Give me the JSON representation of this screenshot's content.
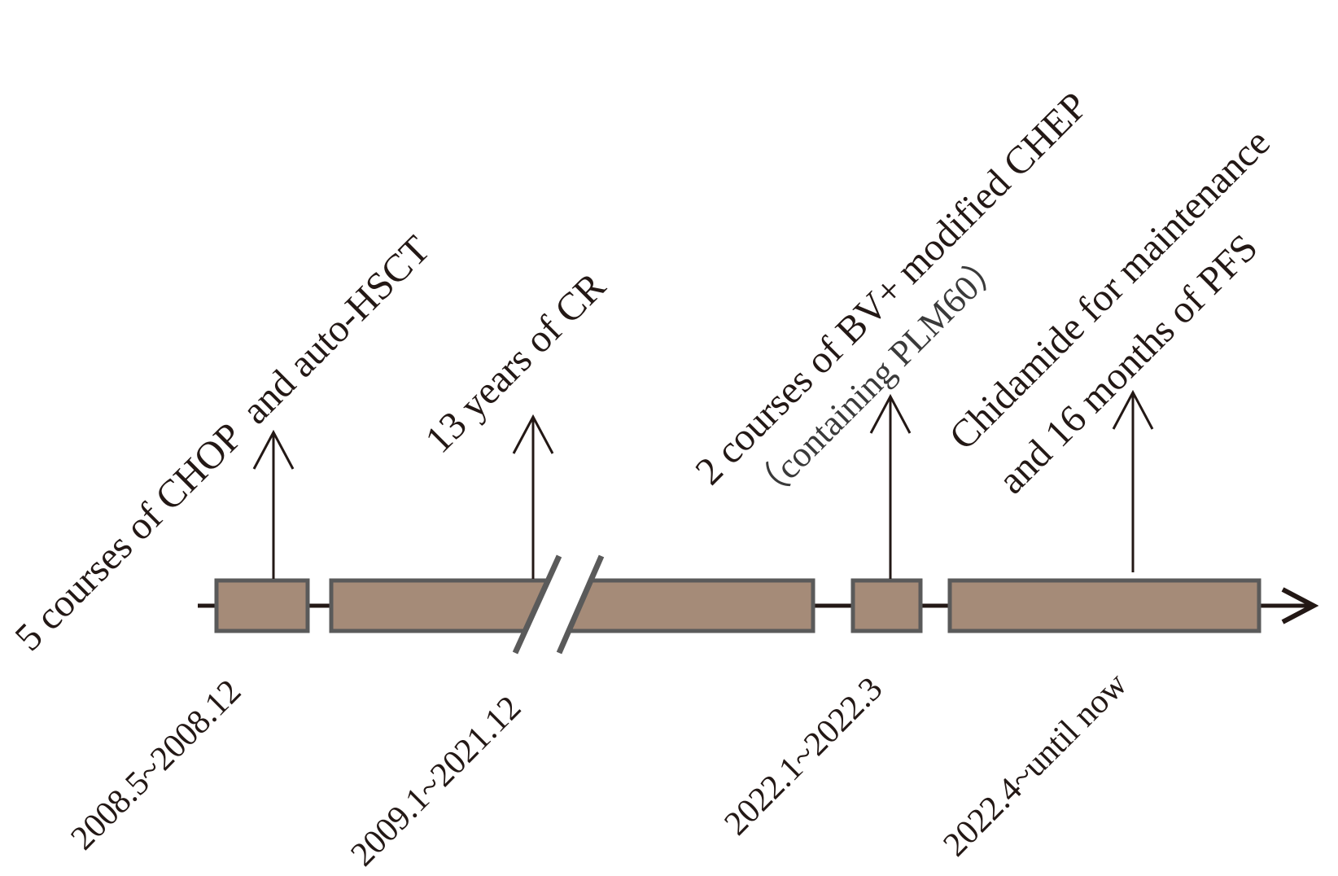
{
  "colors": {
    "bar_fill": "#a58b78",
    "bar_stroke": "#5a5a5a",
    "line": "#231815",
    "break_mark": "#5a5a5a",
    "background": "#ffffff"
  },
  "phases": [
    {
      "period": "2008.5~2008.12",
      "event_lines": [
        "5 courses of CHOP  and auto-HSCT"
      ]
    },
    {
      "period": "2009.1~2021.12",
      "event_lines": [
        "13 years of CR"
      ]
    },
    {
      "period": "2022.1~2022.3",
      "event_lines": [
        "2 courses of BV+ modified CHEP",
        "（containing PLM60）"
      ]
    },
    {
      "period": "2022.4~until now",
      "event_lines": [
        "Chidamide for maintenance",
        "and 16 months of PFS"
      ]
    }
  ]
}
